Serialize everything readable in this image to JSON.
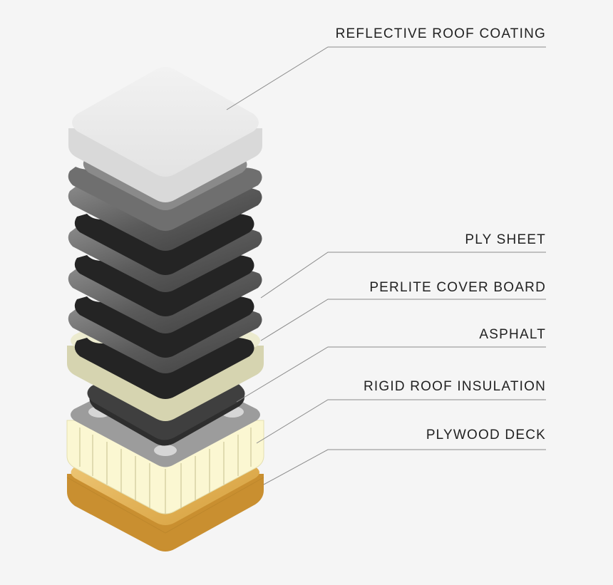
{
  "layers": [
    {
      "label": "REFLECTIVE ROOF COATING"
    },
    {
      "label": "PLY SHEET"
    },
    {
      "label": "PERLITE COVER BOARD"
    },
    {
      "label": "ASPHALT"
    },
    {
      "label": "RIGID ROOF INSULATION"
    },
    {
      "label": "PLYWOOD DECK"
    }
  ],
  "colors": {
    "background": "#f5f5f5",
    "reflective_coating": "#ececec",
    "ply_sheet": "#5e5e5e",
    "perlite_cover_board": "#ecebcf",
    "asphalt": "#3a3a3a",
    "rigid_insulation": "#fbf7d2",
    "plywood_deck": "#e2b45b",
    "leader_line": "#8a8a8a"
  }
}
